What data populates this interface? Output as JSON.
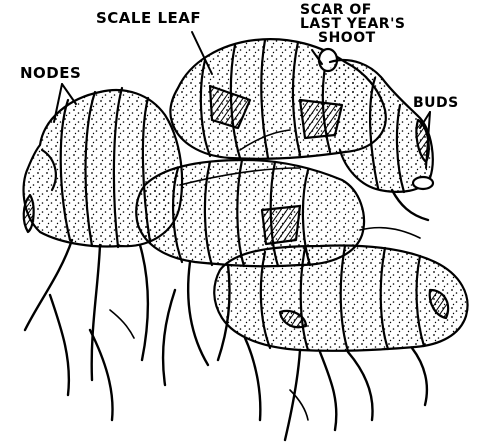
{
  "labels": {
    "nodes": "NODES",
    "scale_leaf": "SCALE LEAF",
    "scar_line1": "SCAR OF",
    "scar_line2": "LAST YEAR'S",
    "scar_line3": "SHOOT",
    "buds": "BUDS"
  },
  "colors": {
    "ink": "#000000",
    "paper": "#ffffff"
  }
}
